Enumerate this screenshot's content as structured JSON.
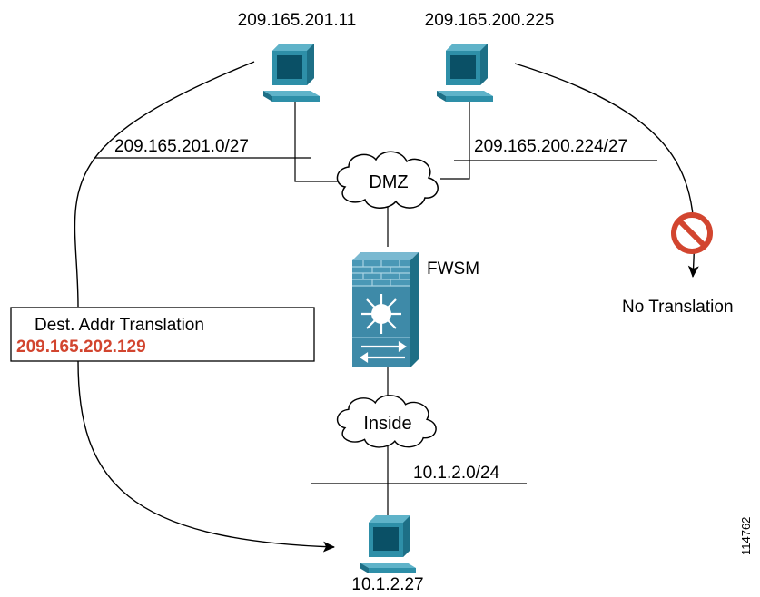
{
  "hosts": {
    "dmz_host_left": {
      "ip": "209.165.201.11"
    },
    "dmz_host_right": {
      "ip": "209.165.200.225"
    },
    "inside_host": {
      "ip": "10.1.2.27"
    }
  },
  "networks": {
    "dmz_left_subnet": "209.165.201.0/27",
    "dmz_right_subnet": "209.165.200.224/27",
    "inside_subnet": "10.1.2.0/24"
  },
  "clouds": {
    "dmz": "DMZ",
    "inside": "Inside"
  },
  "firewall": {
    "label": "FWSM"
  },
  "translation_box": {
    "title": "Dest. Addr Translation",
    "address": "209.165.202.129"
  },
  "no_translation": {
    "label": "No Translation"
  },
  "figure_id": "114762",
  "colors": {
    "host_blue": "#2e8fa8",
    "host_dark": "#0a5066",
    "firewall_blue": "#3e8aa8",
    "prohibit_red": "#d2452f",
    "translation_red": "#d2452f"
  },
  "icons": [
    "workstation-icon",
    "cloud-icon",
    "firewall-switch-icon",
    "prohibited-icon"
  ]
}
